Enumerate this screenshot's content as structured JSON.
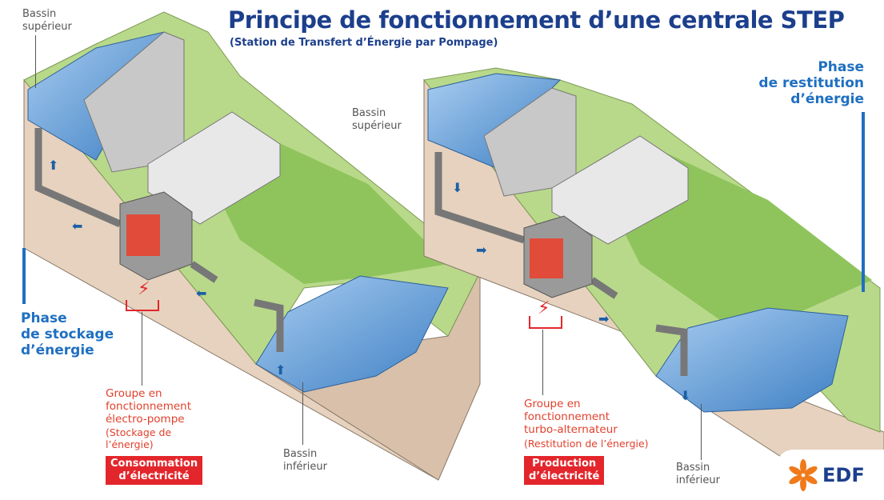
{
  "title": "Principe de fonctionnement d’une centrale STEP",
  "subtitle": "(Station de Transfert d’Énergie par Pompage)",
  "left_phase": {
    "label": "Phase\nde stockage\nd’énergie",
    "upper_basin": "Bassin\nsupérieur",
    "lower_basin": "Bassin\ninférieur",
    "group": "Groupe en\nfonctionnement\nélectro-pompe",
    "group_note": "(Stockage de\nl’énergie)",
    "badge": "Consommation\nd’électricité"
  },
  "right_phase": {
    "label": "Phase\nde restitution\nd’énergie",
    "upper_basin": "Bassin\nsupérieur",
    "lower_basin": "Bassin\ninférieur",
    "group": "Groupe en\nfonctionnement\nturbo-alternateur",
    "group_note": "(Restitution de l’énergie)",
    "badge": "Production\nd’électricité"
  },
  "logo": {
    "text": "EDF",
    "icon": "edf-flower-logo"
  },
  "colors": {
    "title": "#1c3f8c",
    "phase": "#1f6fc1",
    "accent_red": "#e3262b",
    "water": "#7fb2e0",
    "grass": "#b9d98a",
    "earth": "#e6d2be"
  }
}
